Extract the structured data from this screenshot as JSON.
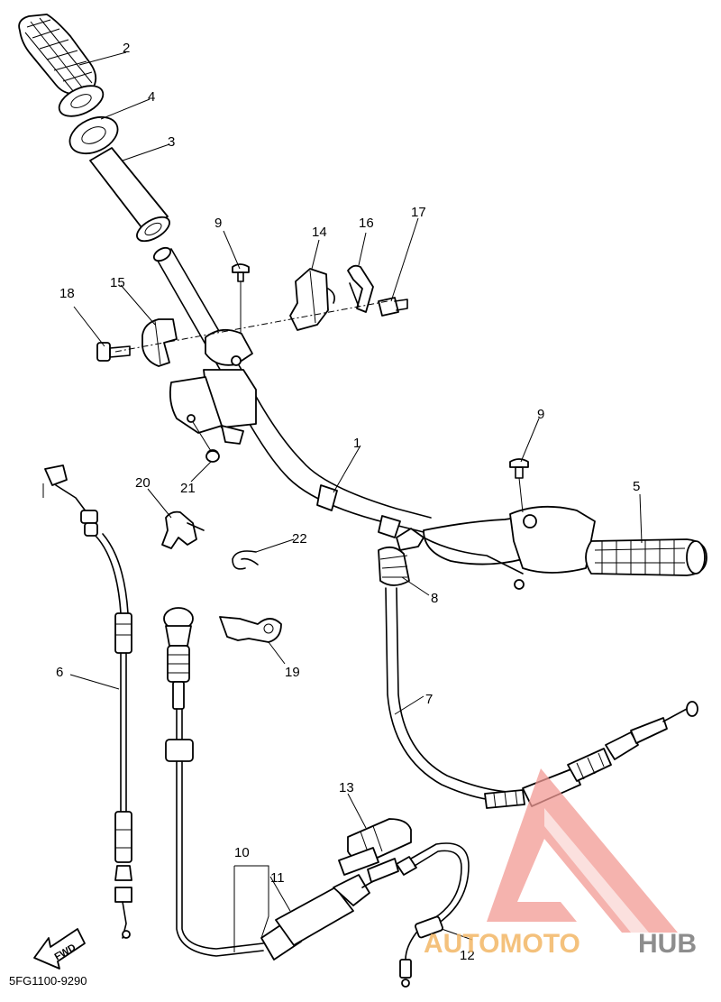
{
  "diagram": {
    "code": "5FG1100-9290",
    "fwd_label": "FWD",
    "callouts": {
      "c1": "1",
      "c2": "2",
      "c3": "3",
      "c4": "4",
      "c5": "5",
      "c6": "6",
      "c7": "7",
      "c8": "8",
      "c9a": "9",
      "c9b": "9",
      "c10": "10",
      "c11": "11",
      "c12": "12",
      "c13": "13",
      "c14": "14",
      "c15": "15",
      "c16": "16",
      "c17": "17",
      "c18": "18",
      "c19": "19",
      "c20": "20",
      "c21": "21",
      "c22": "22"
    }
  },
  "watermark": {
    "brand_part1": "AUTOMOTO",
    "brand_part2": "HUB",
    "color_primary": "#f29a94",
    "color_secondary": "#f3b766",
    "color_dark": "#7a7a7a"
  }
}
